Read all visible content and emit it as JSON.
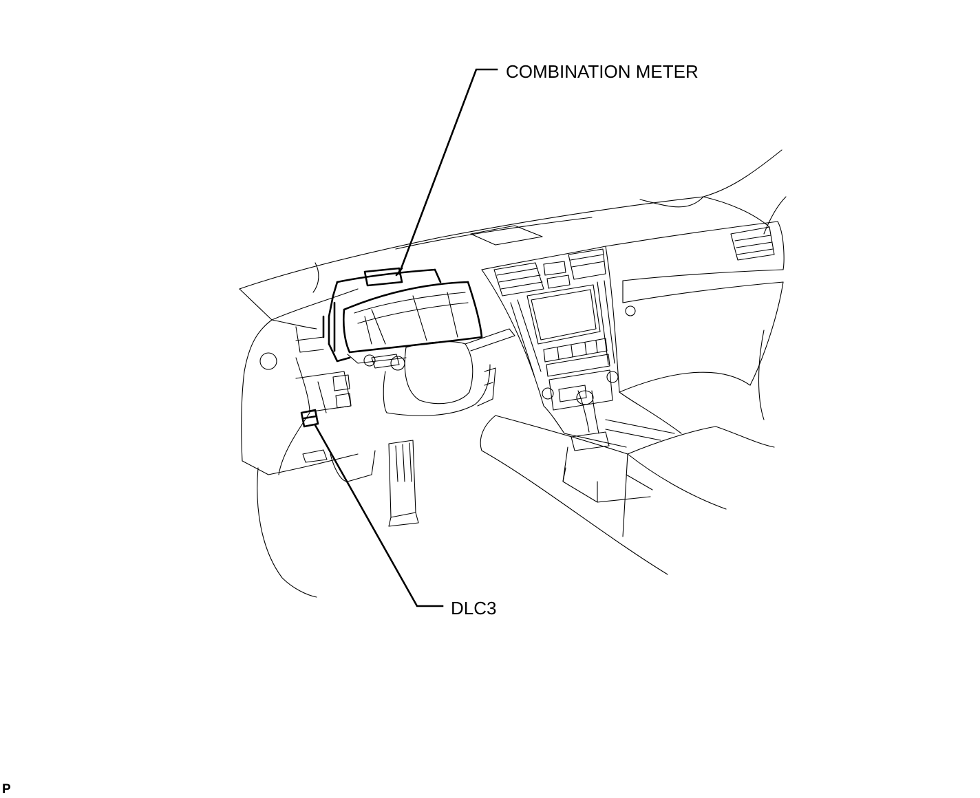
{
  "callouts": {
    "combination_meter": "COMBINATION METER",
    "dlc3": "DLC3"
  },
  "corner_code": "P",
  "colors": {
    "line": "#000000",
    "background": "#ffffff"
  }
}
